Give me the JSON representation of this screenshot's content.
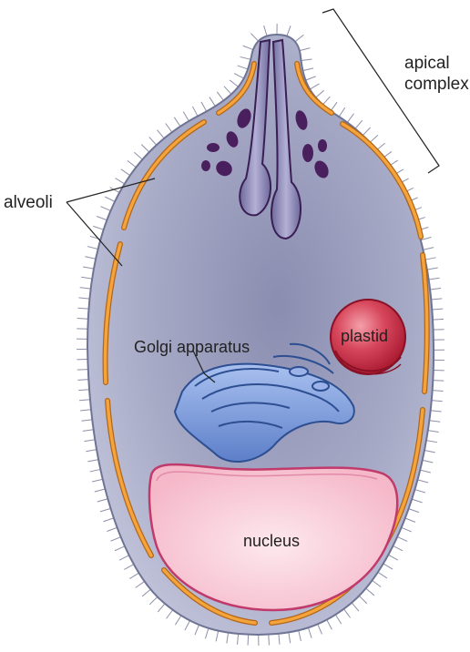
{
  "diagram": {
    "labels": {
      "apical_complex_line1": "apical",
      "apical_complex_line2": "complex",
      "alveoli": "alveoli",
      "plastid": "plastid",
      "golgi": "Golgi apparatus",
      "nucleus": "nucleus"
    },
    "colors": {
      "cytoplasm": "#8b8fb3",
      "cell_outline": "#6f7394",
      "alveoli": "#f4a43a",
      "alveoli_border": "#c2731a",
      "rhoptry": "#8e8ab8",
      "micronemes": "#4a1f5e",
      "golgi": "#6b8fd6",
      "plastid": "#cc2b45",
      "nucleus": "#f8cfdc",
      "nucleus_border": "#c03a6b",
      "leader_line": "#222222"
    }
  }
}
